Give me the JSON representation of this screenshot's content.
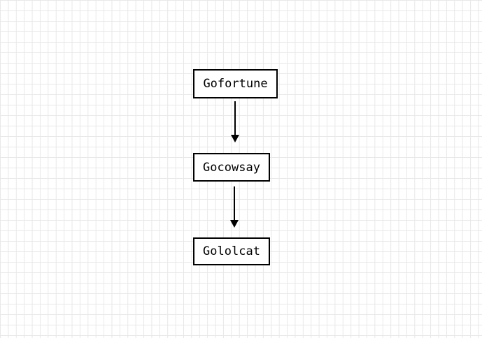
{
  "canvas": {
    "background_color": "#ffffff",
    "grid_line_color": "#e8e8e8",
    "node_border_color": "#000000",
    "node_fill_color": "#ffffff",
    "text_color": "#000000",
    "arrow_color": "#000000"
  },
  "diagram": {
    "type": "flowchart",
    "direction": "top-down",
    "nodes": [
      {
        "id": "gofortune",
        "label": "Gofortune"
      },
      {
        "id": "gocowsay",
        "label": "Gocowsay"
      },
      {
        "id": "gololcat",
        "label": "Gololcat"
      }
    ],
    "edges": [
      {
        "from": "Gofortune",
        "to": "Gocowsay",
        "arrow": "down"
      },
      {
        "from": "Gocowsay",
        "to": "Gololcat",
        "arrow": "down"
      }
    ]
  }
}
